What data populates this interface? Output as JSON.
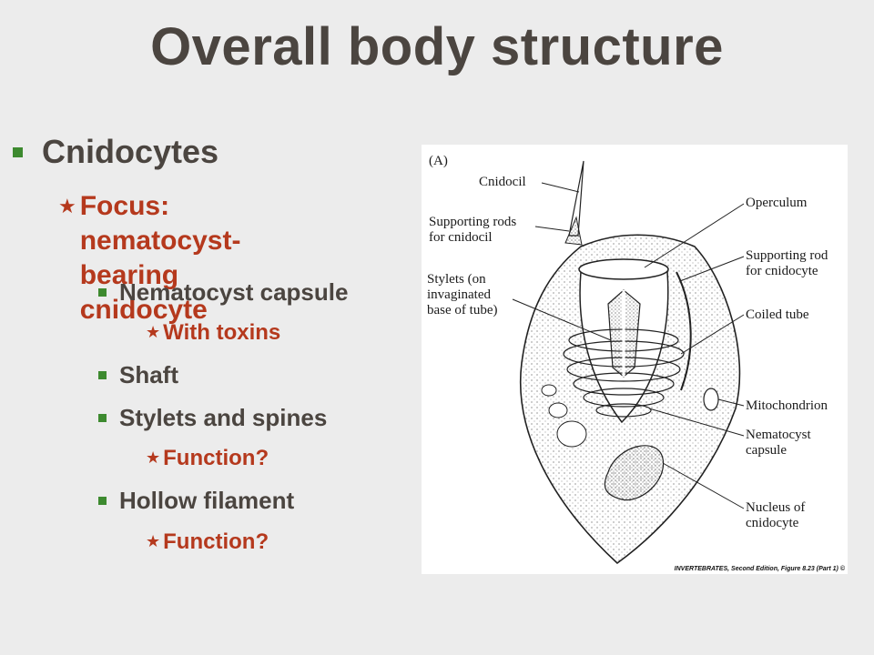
{
  "slide": {
    "title": "Overall body structure",
    "bullets": [
      {
        "level": 1,
        "text": "Cnidocytes"
      },
      {
        "level": 2,
        "text": "Focus: nematocyst-\nbearing cnidocyte"
      },
      {
        "level": 3,
        "text": "Nematocyst capsule"
      },
      {
        "level": 4,
        "text": "With toxins"
      },
      {
        "level": 3,
        "text": "Shaft"
      },
      {
        "level": 3,
        "text": "Stylets and spines"
      },
      {
        "level": 4,
        "text": "Function?"
      },
      {
        "level": 3,
        "text": "Hollow filament"
      },
      {
        "level": 4,
        "text": "Function?"
      }
    ]
  },
  "figure": {
    "panel_label": "(A)",
    "labels": {
      "cnidocil": "Cnidocil",
      "supporting_rods": "Supporting rods\nfor cnidocil",
      "stylets": "Stylets (on\ninvaginated\nbase of tube)",
      "operculum": "Operculum",
      "supporting_rod": "Supporting rod\nfor cnidocyte",
      "coiled_tube": "Coiled tube",
      "mitochondrion": "Mitochondrion",
      "nematocyst_capsule": "Nematocyst\ncapsule",
      "nucleus": "Nucleus of\ncnidocyte"
    },
    "credit": "INVERTEBRATES, Second Edition, Figure 8.23 (Part 1) ©"
  },
  "colors": {
    "title": "#4b4540",
    "bullet_square": "#3d8a2f",
    "sub_bullet": "#b5391d",
    "background": "#ececec"
  }
}
